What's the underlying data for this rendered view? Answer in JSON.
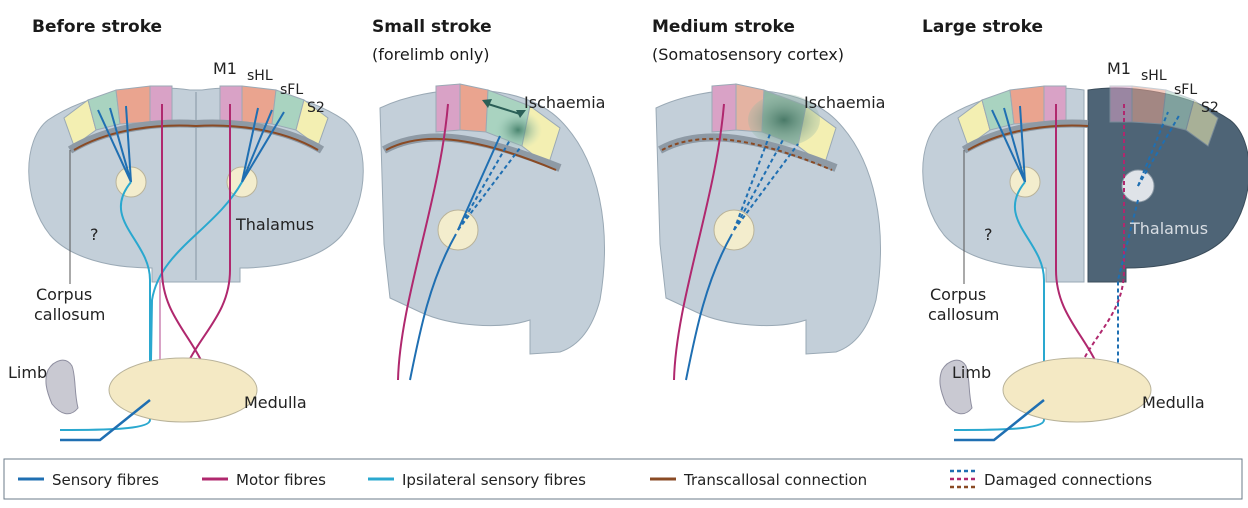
{
  "panels": [
    {
      "title": "Before stroke",
      "subtitle": ""
    },
    {
      "title": "Small stroke",
      "subtitle": "(forelimb only)"
    },
    {
      "title": "Medium stroke",
      "subtitle": "(Somatosensory cortex)"
    },
    {
      "title": "Large stroke",
      "subtitle": ""
    }
  ],
  "labels": {
    "m1": "M1",
    "shl": "sHL",
    "sfl": "sFL",
    "s2": "S2",
    "thalamus": "Thalamus",
    "corpus_line1": "Corpus",
    "corpus_line2": "callosum",
    "question": "?",
    "limb": "Limb",
    "medulla": "Medulla",
    "ischaemia": "Ischaemia"
  },
  "legend": [
    {
      "label": "Sensory fibres",
      "color": "#1f6fb2",
      "style": "solid"
    },
    {
      "label": "Motor fibres",
      "color": "#b0286e",
      "style": "solid"
    },
    {
      "label": "Ipsilateral sensory fibres",
      "color": "#2aa8cf",
      "style": "solid"
    },
    {
      "label": "Transcallosal connection",
      "color": "#8a4a24",
      "style": "solid"
    },
    {
      "label": "Damaged connections",
      "color": "#b0286e",
      "style": "dashed"
    }
  ],
  "colors": {
    "brain": "#c3cfd9",
    "brain_dark": "#4e6476",
    "m1": "#d9a2c6",
    "shl": "#eaa48f",
    "sfl": "#a9d3c0",
    "s2": "#f3efb2",
    "thalamus": "#f3edcd",
    "medulla": "#f4e9c4"
  }
}
